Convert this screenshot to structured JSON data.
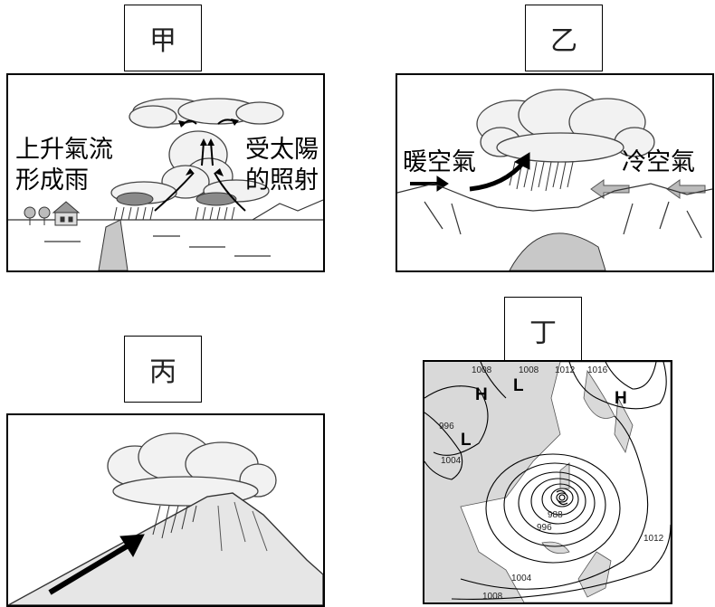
{
  "panels": {
    "jia": {
      "label": "甲",
      "caption_left_1": "上升氣流",
      "caption_left_2": "形成雨",
      "caption_right_1": "受太陽",
      "caption_right_2": "的照射"
    },
    "yi": {
      "label": "乙",
      "caption_warm": "暖空氣",
      "caption_cold": "冷空氣"
    },
    "bing": {
      "label": "丙"
    },
    "ding": {
      "label": "丁",
      "isobars": {
        "top_1008_a": "1008",
        "top_1008_b": "1008",
        "top_1012": "1012",
        "top_1016": "1016",
        "left_996": "996",
        "left_1004": "1004",
        "center_988": "988",
        "center_996": "996",
        "right_1012": "1012",
        "bottom_1004": "1004",
        "bottom_1008": "1008"
      },
      "pressure_systems": {
        "high_left": "H",
        "low_top": "L",
        "high_right": "H",
        "low_left": "L"
      }
    }
  }
}
